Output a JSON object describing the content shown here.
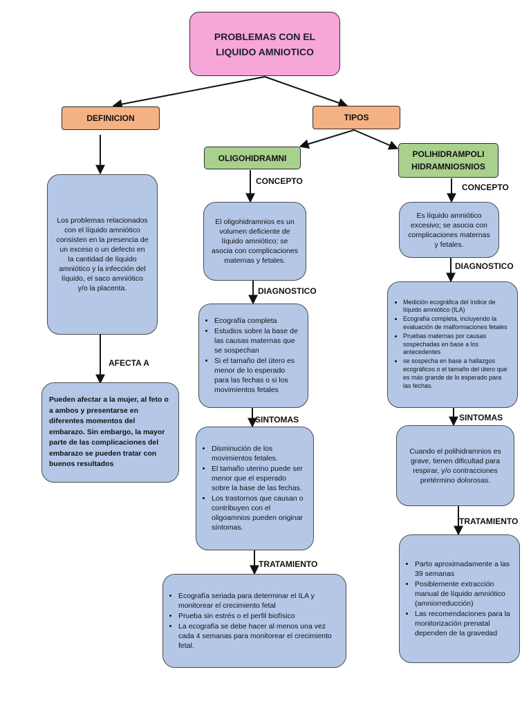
{
  "title": "PROBLEMAS CON EL LIQUIDO AMNIOTICO",
  "definicion": {
    "label": "DEFINICION",
    "text": "Los problemas relacionados con el líquido amniótico consisten en la presencia de un exceso o un defecto en la cantidad de líquido amniótico y la infección del líquido, el saco amniótico y/o la placenta.",
    "link_label": "AFECTA A",
    "afecta": "Pueden afectar a la mujer, al feto o a ambos y presentarse en diferentes momentos del embarazo. Sin embargo, la mayor parte de las complicaciones del embarazo se pueden tratar con buenos resultados"
  },
  "tipos": {
    "label": "TIPOS",
    "oligo": {
      "label": "OLIGOHIDRAMNI",
      "concepto_label": "CONCEPTO",
      "concepto": "El oligohidramnios es un volumen deficiente de líquido amniótico; se asocia con complicaciones maternas y fetales.",
      "diagnostico_label": "DIAGNOSTICO",
      "diagnostico": [
        "Ecografía completa",
        "Estudios sobre la base de las causas maternas que se sospechan",
        "Si el tamaño del útero es menor de lo esperado para las fechas o si los movimientos fetales"
      ],
      "sintomas_label": "SINTOMAS",
      "sintomas": [
        "Disminución de los movimientos fetales.",
        "El tamaño uterino puede ser menor que el esperado sobre la base de las fechas.",
        "Los trastornos que causan o contribuyen con el oligoamnios pueden originar síntomas."
      ],
      "tratamiento_label": "TRATAMIENTO",
      "tratamiento": [
        "Ecografía seriada para determinar el ILA y monitorear el crecimiento fetal",
        "Prueba sin estrés o el perfil biofísico",
        "La ecografía se debe hacer al menos una vez cada 4 semanas para monitorear el crecimiento fetal."
      ]
    },
    "poli": {
      "label_line1": "POLIHIDRAMPOLI",
      "label_line2": "HIDRAMNIOSNIOS",
      "concepto_label": "CONCEPTO",
      "concepto": "Es líquido amniótico excesivo; se asocia con complicaciones maternas y fetales.",
      "diagnostico_label": "DIAGNOSTICO",
      "diagnostico": [
        "Medición ecográfica del índice de líquido amniótico (ILA)",
        "Ecografía completa, incluyendo la evaluación de malformaciones fetales",
        "Pruebas maternas por causas sospechadas en base a los antecedentes",
        "se sospecha en base a hallazgos ecográficos o el tamaño del útero que es más grande de lo esperado para las fechas."
      ],
      "sintomas_label": "SINTOMAS",
      "sintomas": "Cuando el polihidramnios es grave, tienen dificultad para respirar, y/o contracciones pretérmino dolorosas.",
      "tratamiento_label": "TRATAMIENTO",
      "tratamiento": [
        "Parto aproximadamente a las 39 semanas",
        "Posiblemente extracción manual de líquido amniótico (amniorreducción)",
        "Las recomendaciones para la monitorización prenatal dependen de la gravedad"
      ]
    }
  }
}
